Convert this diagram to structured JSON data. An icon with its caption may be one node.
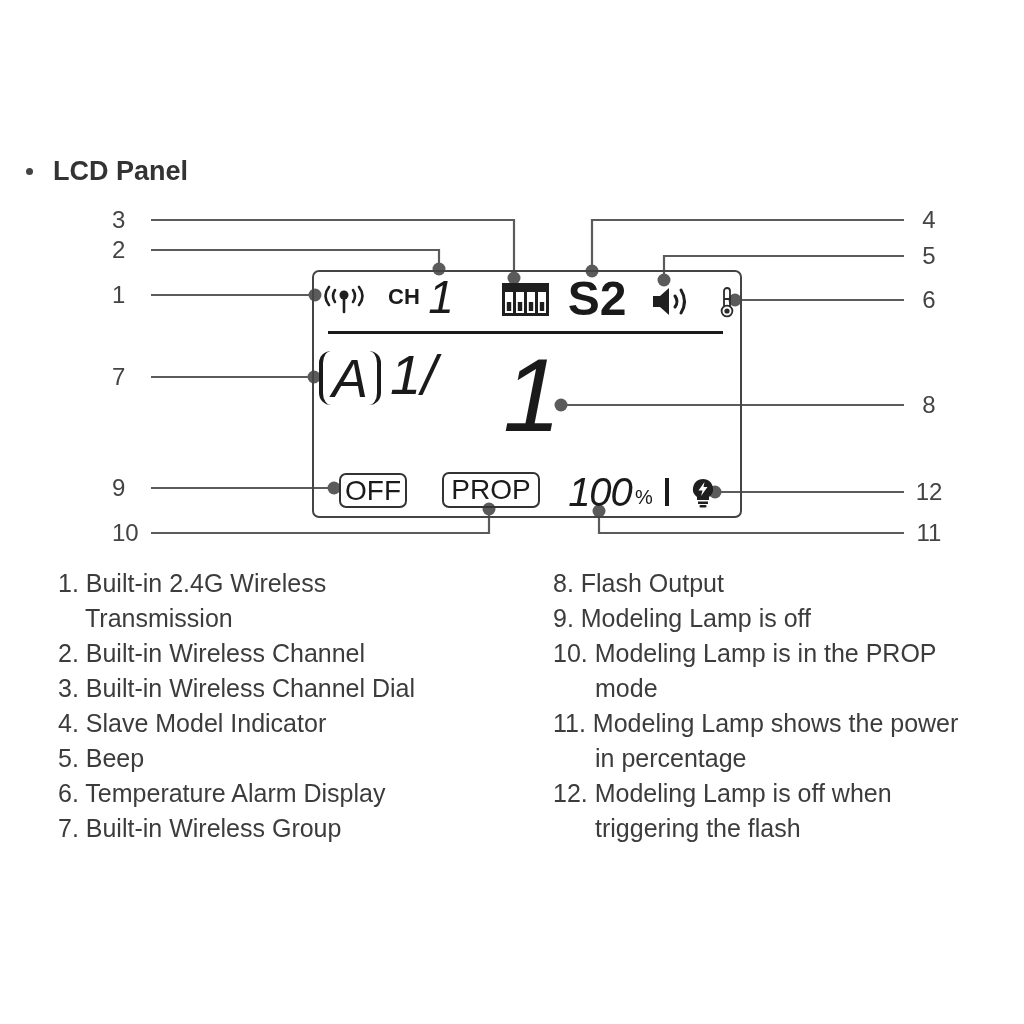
{
  "diagram": {
    "title": "LCD Panel",
    "nodes": [
      {
        "text": [],
        "shape": "box"
      },
      {
        "text": [],
        "shape": "picture",
        "in": 0
      },
      {
        "text": [
          "1"
        ],
        "beside": [
          "CH"
        ],
        "in": 0
      },
      {
        "text": [],
        "shape": "picture",
        "in": 0
      },
      {
        "text": [
          "S2"
        ],
        "in": 0
      },
      {
        "text": [],
        "shape": "picture",
        "in": 0
      },
      {
        "text": [],
        "shape": "picture",
        "in": 0
      },
      {
        "text": [
          "A"
        ],
        "in": 0
      },
      {
        "text": [
          "1"
        ],
        "in": 0
      },
      {
        "text": [
          "OFF"
        ],
        "in": 0
      },
      {
        "text": [
          "PROP"
        ],
        "in": 0
      },
      {
        "text": [
          "100"
        ],
        "beside": [
          "%"
        ],
        "in": 0
      },
      {
        "text": [],
        "shape": "picture",
        "in": 0
      },
      {
        "text": [
          "1"
        ]
      },
      {
        "text": [
          "2"
        ]
      },
      {
        "text": [
          "3"
        ]
      },
      {
        "text": [
          "4"
        ]
      },
      {
        "text": [
          "5"
        ]
      },
      {
        "text": [
          "6"
        ]
      },
      {
        "text": [
          "7"
        ]
      },
      {
        "text": [
          "8"
        ]
      },
      {
        "text": [
          "9"
        ]
      },
      {
        "text": [
          "10"
        ]
      },
      {
        "text": [
          "11"
        ]
      },
      {
        "text": [
          "12"
        ]
      }
    ],
    "edges": [
      {
        "from": 13,
        "to": 1,
        "arrow": "other"
      },
      {
        "from": 14,
        "to": 2,
        "arrow": "other"
      },
      {
        "from": 15,
        "to": 3,
        "arrow": "other"
      },
      {
        "from": 16,
        "to": 4,
        "arrow": "other"
      },
      {
        "from": 17,
        "to": 5,
        "arrow": "other"
      },
      {
        "from": 18,
        "to": 6,
        "arrow": "other"
      },
      {
        "from": 19,
        "to": 7,
        "arrow": "other"
      },
      {
        "from": 20,
        "to": 8,
        "arrow": "other"
      },
      {
        "from": 21,
        "to": 9,
        "arrow": "other"
      },
      {
        "from": 22,
        "to": 10,
        "arrow": "other"
      },
      {
        "from": 23,
        "to": 11,
        "arrow": "other"
      },
      {
        "from": 24,
        "to": 12,
        "arrow": "other"
      }
    ],
    "labels": [
      "1/",
      "1. Built-in 2.4G Wireless Transmission",
      "2. Built-in Wireless Channel",
      "3. Built-in Wireless Channel Dial",
      "4. Slave Model Indicator",
      "5. Beep",
      "6. Temperature Alarm Display",
      "7. Built-in Wireless Group",
      "8. Flash Output",
      "9. Modeling Lamp is off",
      "10. Modeling Lamp is in the PROP mode",
      "11. Modeling Lamp shows the power in percentage",
      "12. Modeling Lamp is off when triggering the flash"
    ]
  }
}
